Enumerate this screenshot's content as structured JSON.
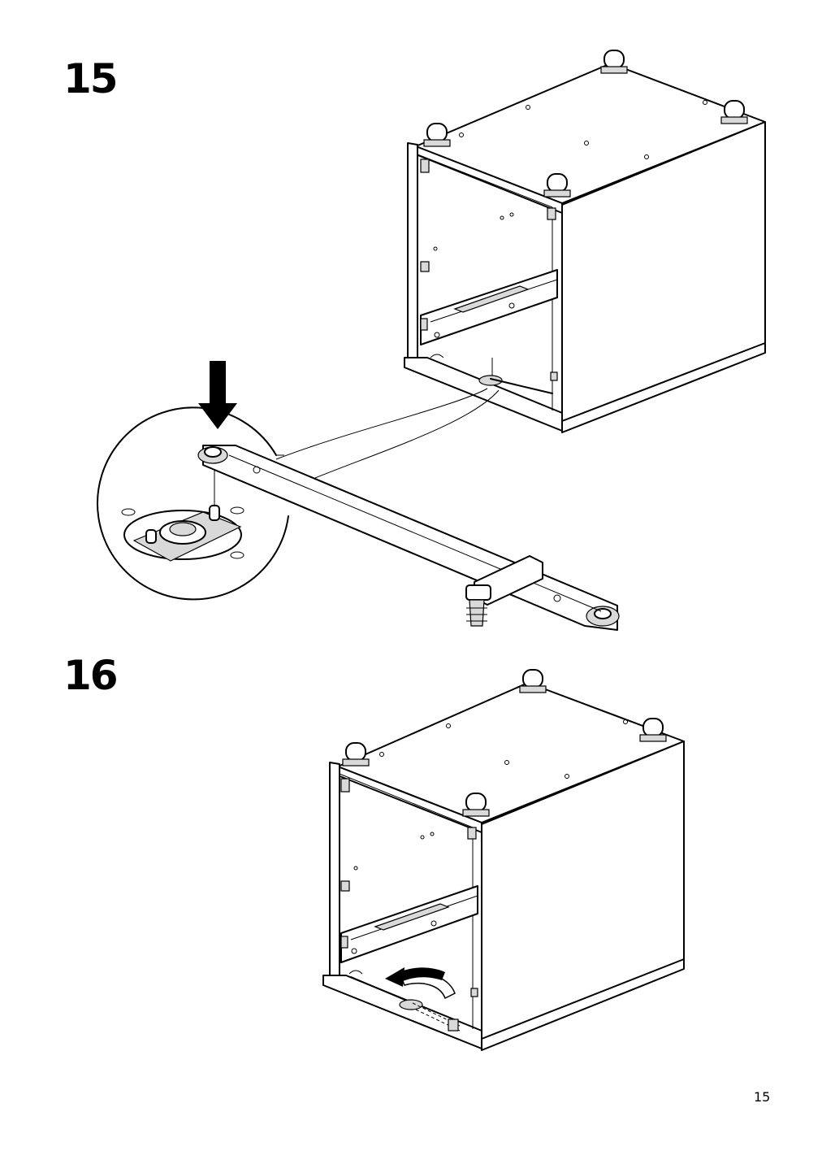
{
  "steps": [
    {
      "number": "15"
    },
    {
      "number": "16"
    }
  ],
  "page_number": "15",
  "icons": [
    "down-arrow-icon",
    "rotate-arrow-icon"
  ]
}
